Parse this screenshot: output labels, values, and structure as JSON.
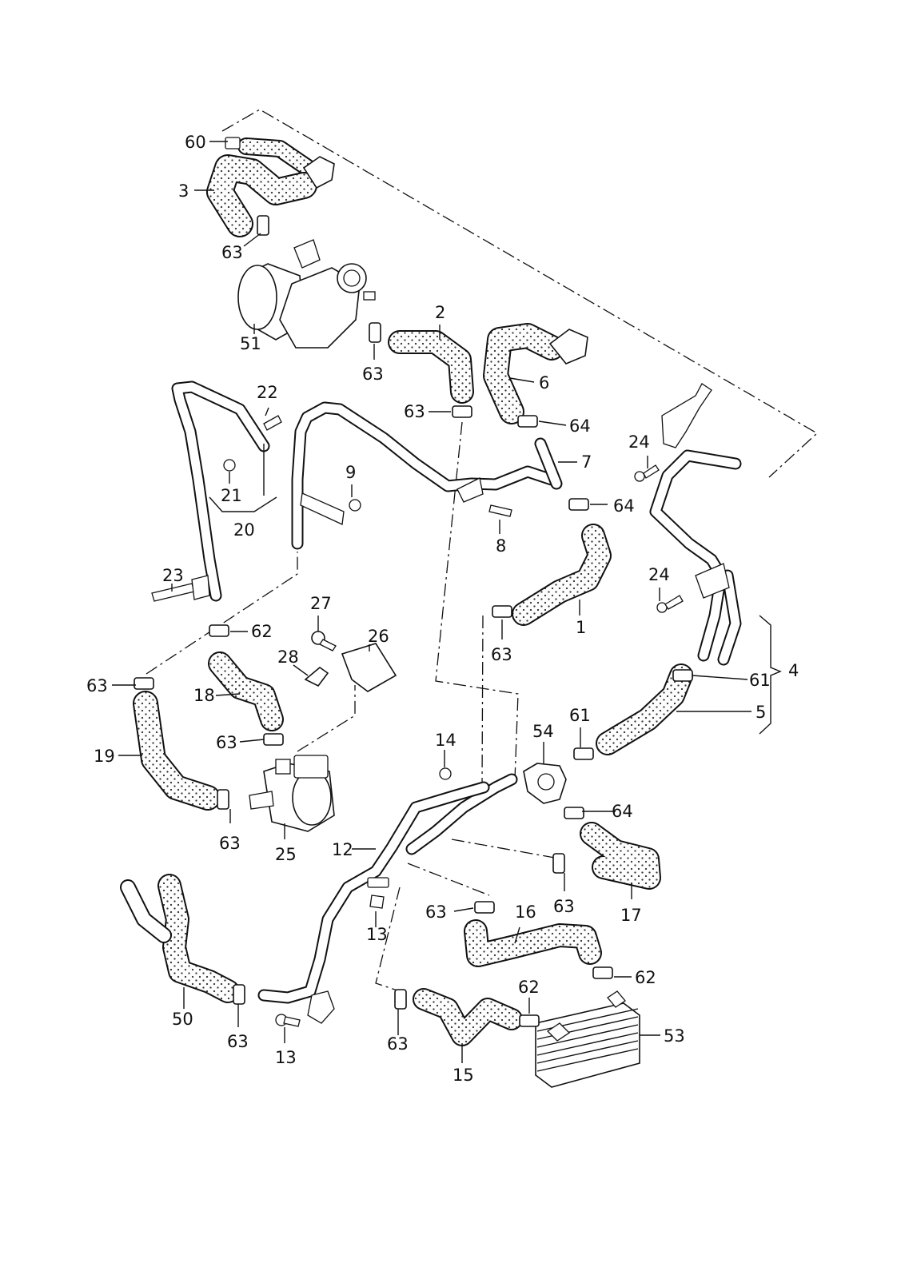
{
  "diagram": {
    "hose_fill": "#fdfdfd",
    "dot_color": "#333333",
    "callouts": [
      {
        "id": "c60",
        "text": "60"
      },
      {
        "id": "c3",
        "text": "3"
      },
      {
        "id": "c63a",
        "text": "63"
      },
      {
        "id": "c51",
        "text": "51"
      },
      {
        "id": "c2",
        "text": "2"
      },
      {
        "id": "c63b",
        "text": "63"
      },
      {
        "id": "c63c",
        "text": "63"
      },
      {
        "id": "c6",
        "text": "6"
      },
      {
        "id": "c64a",
        "text": "64"
      },
      {
        "id": "c7",
        "text": "7"
      },
      {
        "id": "c64b",
        "text": "64"
      },
      {
        "id": "c22",
        "text": "22"
      },
      {
        "id": "c21",
        "text": "21"
      },
      {
        "id": "c20",
        "text": "20"
      },
      {
        "id": "c9",
        "text": "9"
      },
      {
        "id": "c8",
        "text": "8"
      },
      {
        "id": "c24a",
        "text": "24"
      },
      {
        "id": "c24b",
        "text": "24"
      },
      {
        "id": "c23",
        "text": "23"
      },
      {
        "id": "c1",
        "text": "1"
      },
      {
        "id": "c63d",
        "text": "63"
      },
      {
        "id": "c27",
        "text": "27"
      },
      {
        "id": "c62a",
        "text": "62"
      },
      {
        "id": "c26",
        "text": "26"
      },
      {
        "id": "c28",
        "text": "28"
      },
      {
        "id": "c63e",
        "text": "63"
      },
      {
        "id": "c18",
        "text": "18"
      },
      {
        "id": "c61a",
        "text": "61"
      },
      {
        "id": "c4",
        "text": "4"
      },
      {
        "id": "c5",
        "text": "5"
      },
      {
        "id": "c63f",
        "text": "63"
      },
      {
        "id": "c19",
        "text": "19"
      },
      {
        "id": "c54",
        "text": "54"
      },
      {
        "id": "c61b",
        "text": "61"
      },
      {
        "id": "c14",
        "text": "14"
      },
      {
        "id": "c64c",
        "text": "64"
      },
      {
        "id": "c63g",
        "text": "63"
      },
      {
        "id": "c25",
        "text": "25"
      },
      {
        "id": "c12",
        "text": "12"
      },
      {
        "id": "c63h",
        "text": "63"
      },
      {
        "id": "c17",
        "text": "17"
      },
      {
        "id": "c63i",
        "text": "63"
      },
      {
        "id": "c16",
        "text": "16"
      },
      {
        "id": "c13a",
        "text": "13"
      },
      {
        "id": "c62b",
        "text": "62"
      },
      {
        "id": "c62c",
        "text": "62"
      },
      {
        "id": "c50",
        "text": "50"
      },
      {
        "id": "c63j",
        "text": "63"
      },
      {
        "id": "c13b",
        "text": "13"
      },
      {
        "id": "c63k",
        "text": "63"
      },
      {
        "id": "c53",
        "text": "53"
      },
      {
        "id": "c15",
        "text": "15"
      }
    ]
  }
}
